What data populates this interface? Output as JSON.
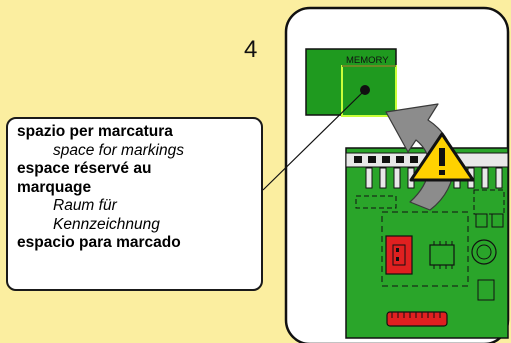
{
  "step": {
    "number": "4"
  },
  "chip": {
    "label": "MEMORY"
  },
  "labels": {
    "it": "spazio per marcatura",
    "en": "space for markings",
    "fr_line1": "espace réservé au",
    "fr_line2": "marquage",
    "de_line1": "Raum für",
    "de_line2": "Kennzeichnung",
    "es": "espacio para marcado"
  },
  "colors": {
    "background": "#fbeea0",
    "board": "#2aa52a",
    "chip": "#1f9a1f",
    "warning": "#ffd200",
    "arrow": "#8c8c8c",
    "connector": "#e02020"
  },
  "icons": {
    "warning": "warning-triangle-icon",
    "arrow": "curved-arrow-icon"
  }
}
